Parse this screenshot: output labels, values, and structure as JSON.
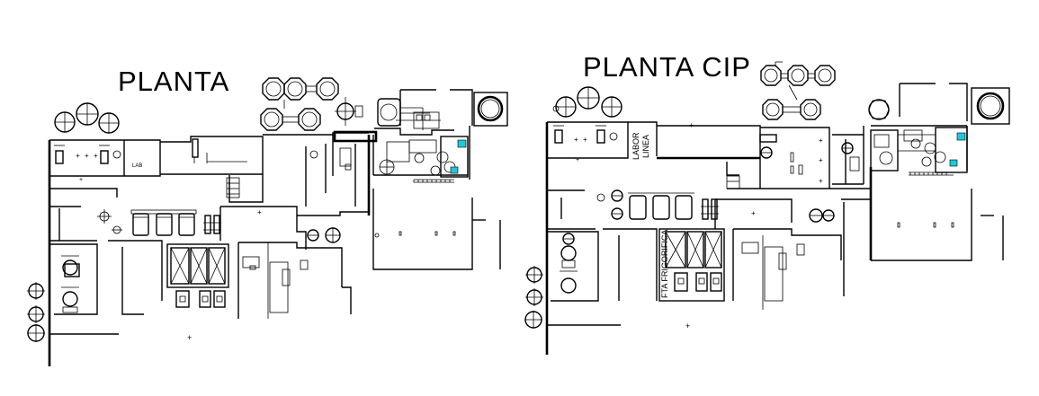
{
  "drawing": {
    "left_plan": {
      "title": "PLANTA",
      "room_labels": [
        "LAB"
      ]
    },
    "right_plan": {
      "title": "PLANTA  CIP",
      "room_labels": [
        "LABOR",
        "LINEA",
        "FTA FRIGORIFICA"
      ]
    },
    "colors": {
      "line": "#000000",
      "accent": "#1ec8d8",
      "background": "#ffffff"
    }
  }
}
